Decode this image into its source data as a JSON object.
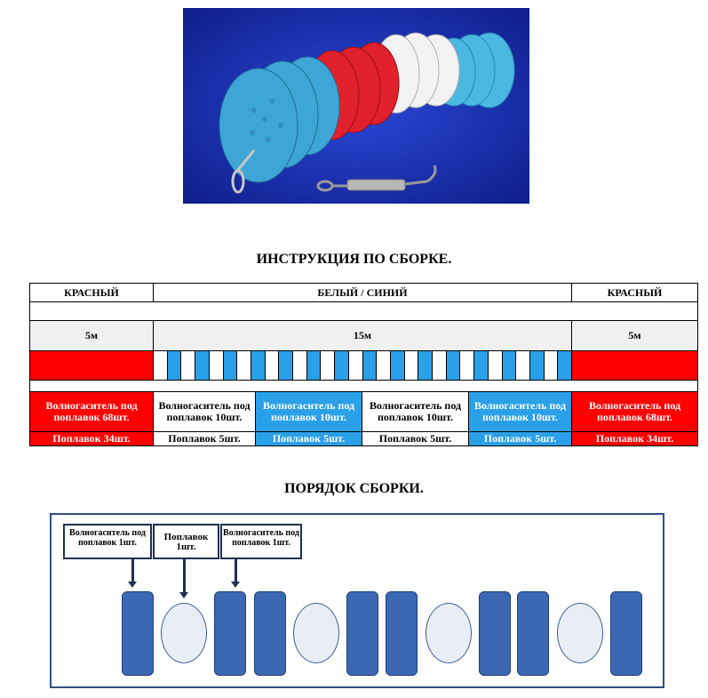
{
  "titles": {
    "instruction": "ИНСТРУКЦИЯ ПО СБОРКЕ.",
    "order": "ПОРЯДОК СБОРКИ."
  },
  "table": {
    "headers": {
      "left": "КРАСНЫЙ",
      "middle": "БЕЛЫЙ / СИНИЙ",
      "right": "КРАСНЫЙ"
    },
    "lengths": {
      "left": "5м",
      "middle": "15м",
      "right": "5м"
    },
    "stripe_count": 30,
    "descriptions": [
      "Волногаситель под поплавок 68шт.",
      "Волногаситель под поплавок 10шт.",
      "Волногаситель под поплавок 10шт.",
      "Волногаситель под поплавок 10шт.",
      "Волногаситель под поплавок 10шт.",
      "Волногаситель под поплавок 68шт."
    ],
    "floats": [
      "Поплавок 34шт.",
      "Поплавок 5шт.",
      "Поплавок 5шт.",
      "Поплавок 5шт.",
      "Поплавок 5шт.",
      "Поплавок 34шт."
    ]
  },
  "colors": {
    "red": "#ff0000",
    "blue": "#2aa0e8",
    "white": "#ffffff",
    "buoy": "#3c68b3",
    "frame": "#2f4f7f"
  },
  "order": {
    "labels": [
      "Волногаситель под поплавок 1шт.",
      "Поплавок 1шт.",
      "Волногаситель под поплавок 1шт."
    ]
  }
}
